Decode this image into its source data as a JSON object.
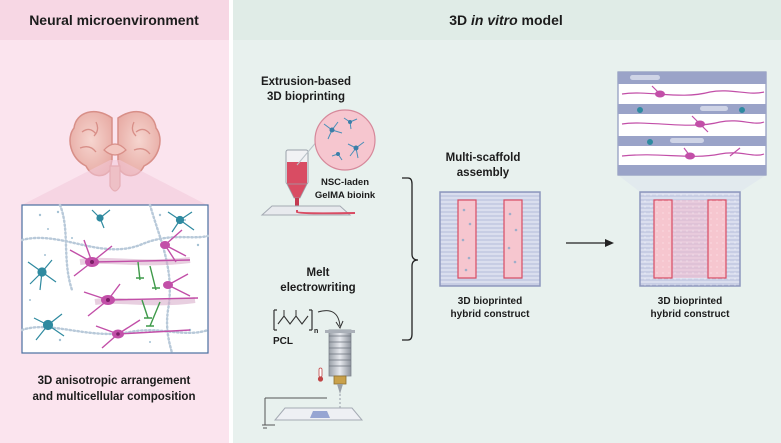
{
  "left_panel": {
    "header": "Neural microenvironment",
    "caption_line1": "3D anisotropic arrangement",
    "caption_line2": "and multicellular composition"
  },
  "right_panel": {
    "header_prefix": "3D ",
    "header_italic": "in vitro",
    "header_suffix": " model"
  },
  "bioprinting": {
    "title_line1": "Extrusion-based",
    "title_line2": "3D bioprinting",
    "bioink_line1": "NSC-laden",
    "bioink_line2": "GelMA bioink"
  },
  "mew": {
    "title_line1": "Melt",
    "title_line2": "electrowriting",
    "polymer_label": "PCL",
    "repeat_subscript": "n"
  },
  "assembly": {
    "title_line1": "Multi-scaffold",
    "title_line2": "assembly"
  },
  "construct_a": {
    "line1": "3D bioprinted",
    "line2": "hybrid construct"
  },
  "construct_b": {
    "line1": "3D bioprinted",
    "line2": "hybrid construct"
  },
  "colors": {
    "left_bg": "#fbe4ee",
    "left_header_bg": "#f7d7e4",
    "right_bg": "#e8f1ee",
    "right_header_bg": "#e0ece7",
    "neuron_magenta": "#c24fa8",
    "glia_teal": "#2f8aa0",
    "scaffold_blue": "#8d97bd",
    "gel_red": "#d94c63"
  }
}
